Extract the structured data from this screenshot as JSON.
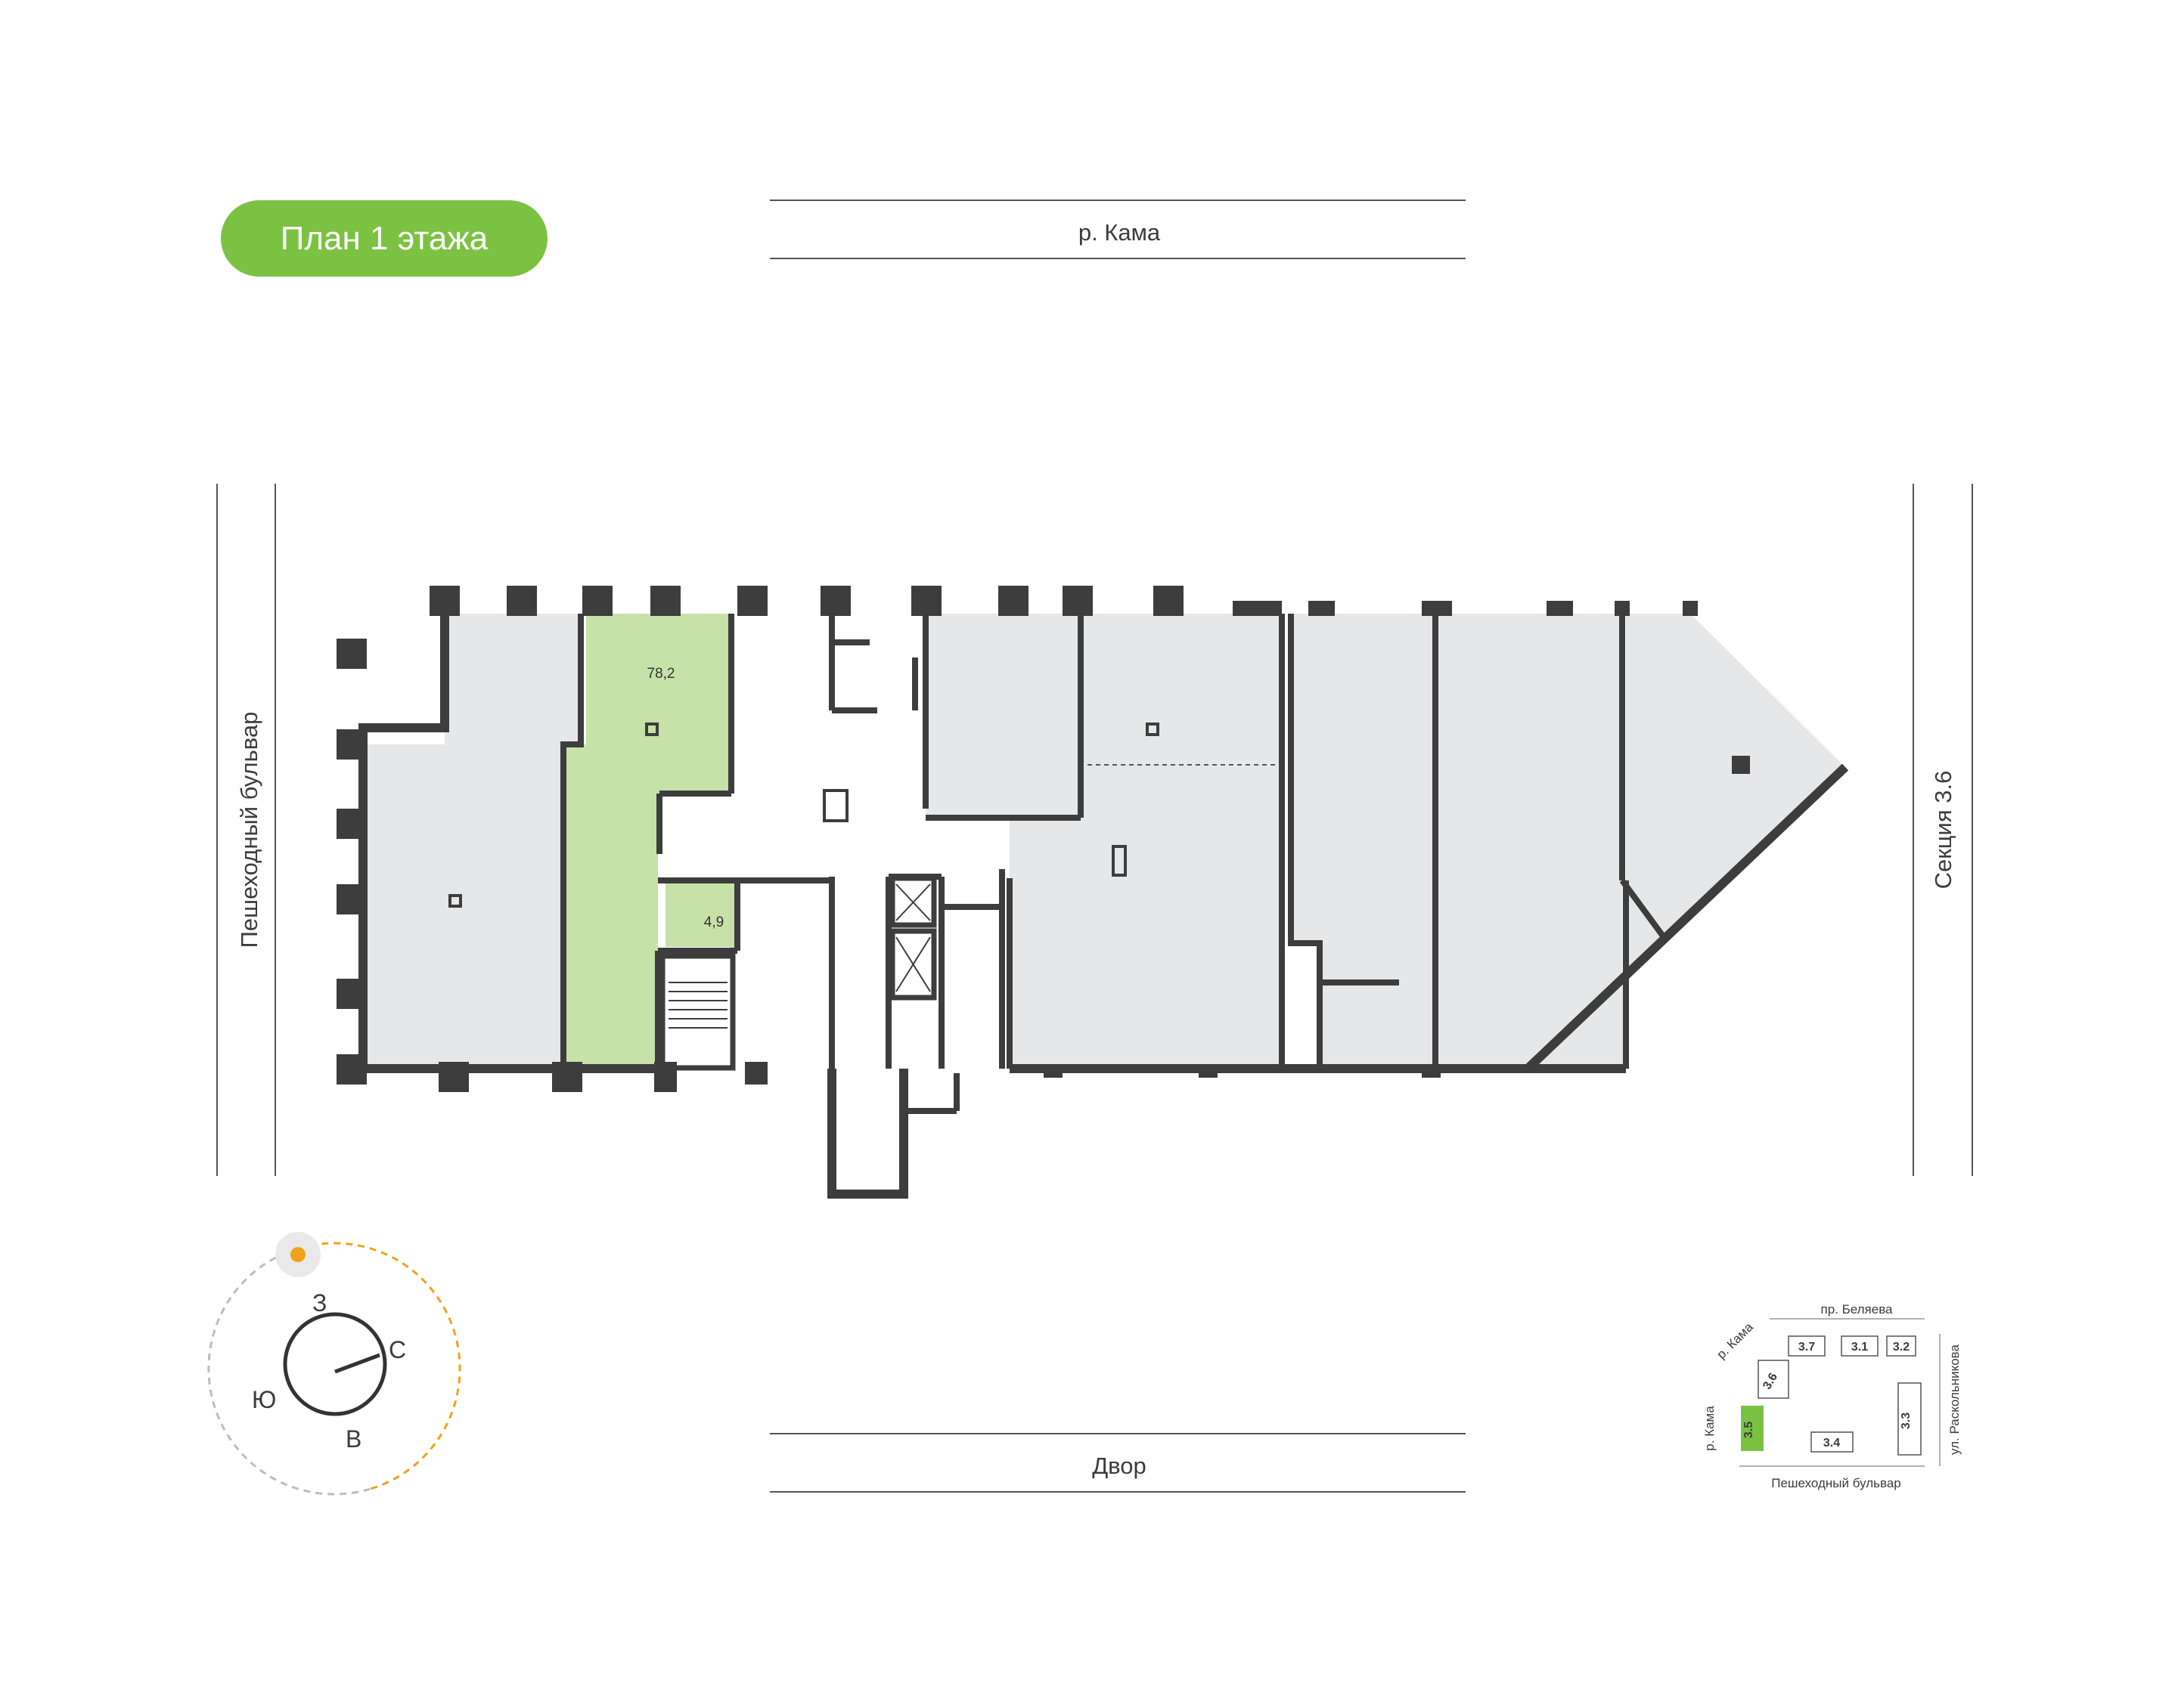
{
  "title": "План 1 этажа",
  "streets": {
    "top": "р. Кама",
    "bottom": "Двор",
    "left": "Пешеходный бульвар",
    "right": "Секция 3.6"
  },
  "units": {
    "selected_area": "78,2",
    "selected_bath_area": "4,9"
  },
  "compass": {
    "north": "С",
    "south": "Ю",
    "east": "В",
    "west": "З"
  },
  "site_map": {
    "street_top": "пр. Беляева",
    "street_right": "ул. Раскольникова",
    "street_bottom": "Пешеходный бульвар",
    "river_top": "р. Кама",
    "river_left": "р. Кама",
    "sections": [
      "3.7",
      "3.1",
      "3.2",
      "3.6",
      "3.5",
      "3.4",
      "3.3"
    ],
    "selected_section": "3.5"
  },
  "colors": {
    "accent_green": "#7cc242",
    "selected_fill": "#c6e2a8",
    "room_fill": "#e6e7e9",
    "wall": "#3d3d3d",
    "sun_path": "#f0a21a"
  }
}
